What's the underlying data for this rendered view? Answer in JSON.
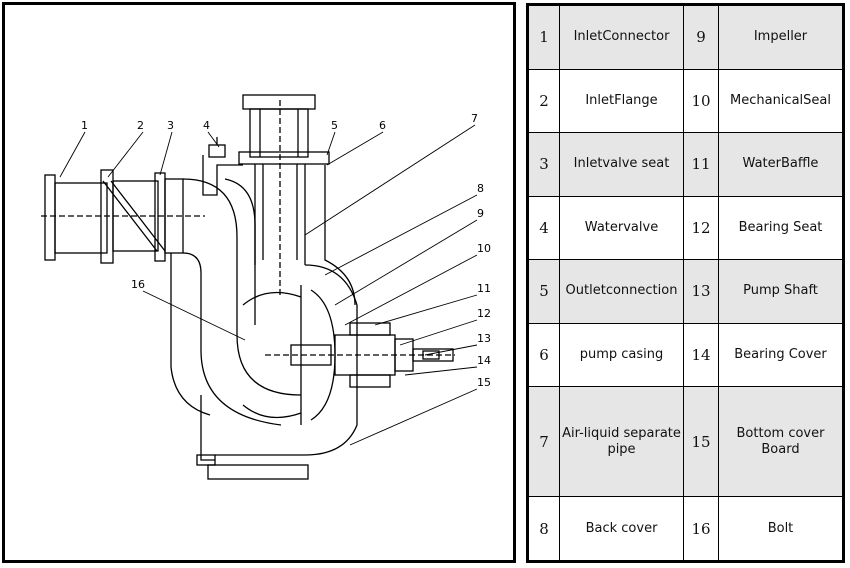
{
  "legend": {
    "rows": [
      {
        "num_a": "1",
        "name_a": "InletConnector",
        "num_b": "9",
        "name_b": "Impeller"
      },
      {
        "num_a": "2",
        "name_a": "InletFlange",
        "num_b": "10",
        "name_b": "MechanicalSeal"
      },
      {
        "num_a": "3",
        "name_a": "Inletvalve seat",
        "num_b": "11",
        "name_b": "WaterBaffle"
      },
      {
        "num_a": "4",
        "name_a": "Watervalve",
        "num_b": "12",
        "name_b": "Bearing Seat"
      },
      {
        "num_a": "5",
        "name_a": "Outletconnection",
        "num_b": "13",
        "name_b": "Pump Shaft"
      },
      {
        "num_a": "6",
        "name_a": "pump casing",
        "num_b": "14",
        "name_b": "Bearing Cover"
      },
      {
        "num_a": "7",
        "name_a": "Air-liquid separate pipe",
        "num_b": "15",
        "name_b": "Bottom cover Board"
      },
      {
        "num_a": "8",
        "name_a": "Back cover",
        "num_b": "16",
        "name_b": "Bolt"
      }
    ]
  },
  "callouts": [
    "1",
    "2",
    "3",
    "4",
    "5",
    "6",
    "7",
    "8",
    "9",
    "10",
    "11",
    "12",
    "13",
    "14",
    "15",
    "16"
  ]
}
